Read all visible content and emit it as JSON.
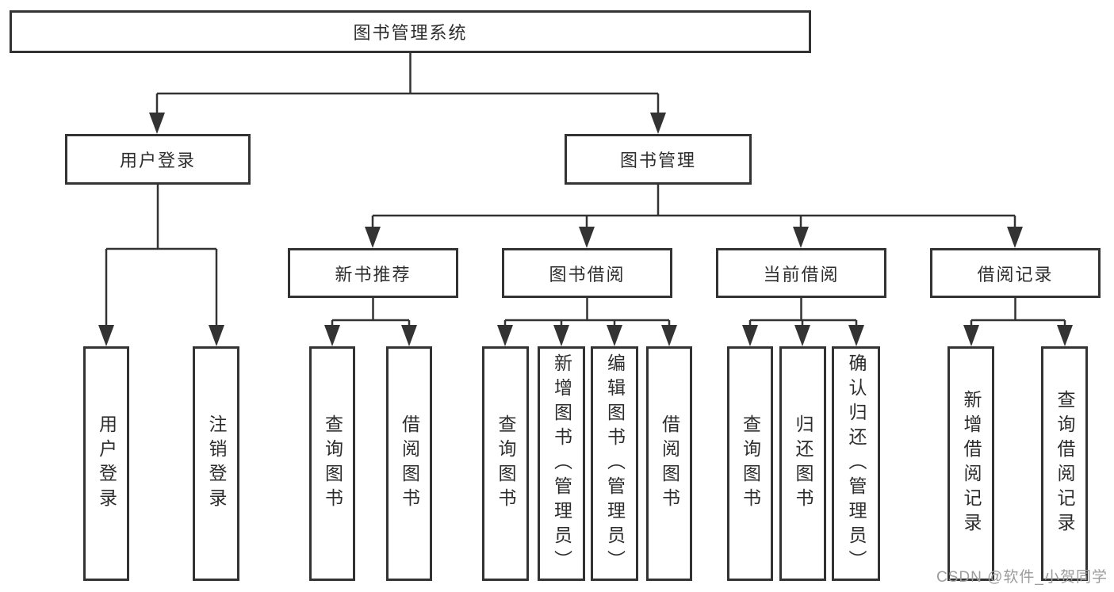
{
  "diagram": {
    "root": {
      "label": "图书管理系统"
    },
    "branches": [
      {
        "label": "用户登录",
        "children": [
          {
            "label": "用户登录"
          },
          {
            "label": "注销登录"
          }
        ]
      },
      {
        "label": "图书管理",
        "children": [
          {
            "label": "新书推荐",
            "children": [
              {
                "label": "查询图书"
              },
              {
                "label": "借阅图书"
              }
            ]
          },
          {
            "label": "图书借阅",
            "children": [
              {
                "label": "查询图书"
              },
              {
                "label": "新增图书（管理员）"
              },
              {
                "label": "编辑图书（管理员）"
              },
              {
                "label": "借阅图书"
              }
            ]
          },
          {
            "label": "当前借阅",
            "children": [
              {
                "label": "查询图书"
              },
              {
                "label": "归还图书"
              },
              {
                "label": "确认归还（管理员）"
              }
            ]
          },
          {
            "label": "借阅记录",
            "children": [
              {
                "label": "新增借阅记录"
              },
              {
                "label": "查询借阅记录"
              }
            ]
          }
        ]
      }
    ]
  },
  "watermark": {
    "text": "CSDN @软件_小贺同学"
  },
  "colors": {
    "line": "#333333",
    "text": "#2d2d2d",
    "watermark": "#9c9c9c",
    "background": "#ffffff"
  }
}
